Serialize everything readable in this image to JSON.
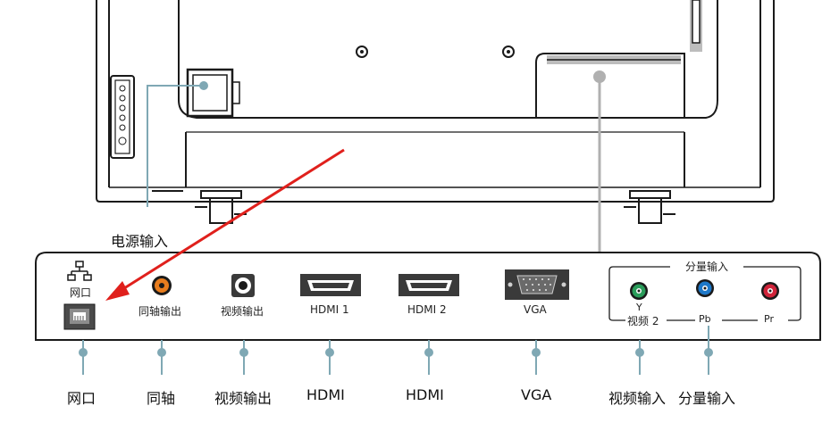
{
  "callouts": {
    "power_input": "电源输入"
  },
  "panel": {
    "network_icon_label": "网口",
    "coax_label": "同轴输出",
    "video_out_label": "视频输出",
    "hdmi1_label": "HDMI 1",
    "hdmi2_label": "HDMI 2",
    "vga_label": "VGA",
    "component_group_label": "分量输入",
    "y_label": "Y",
    "video2_label": "视频 2",
    "pb_label": "Pb",
    "pr_label": "Pr"
  },
  "bottom_labels": [
    "网口",
    "同轴",
    "视频输出",
    "HDMI",
    "HDMI",
    "VGA",
    "视频输入",
    "分量输入"
  ],
  "colors": {
    "teal_leader": "#7fa8b4",
    "gray_leader": "#b0b0b0",
    "red_arrow": "#e0201c",
    "coax_orange": "#e87d1e",
    "comp_green": "#2a9c5a",
    "comp_blue": "#1e78c8",
    "comp_red": "#d0243a"
  }
}
